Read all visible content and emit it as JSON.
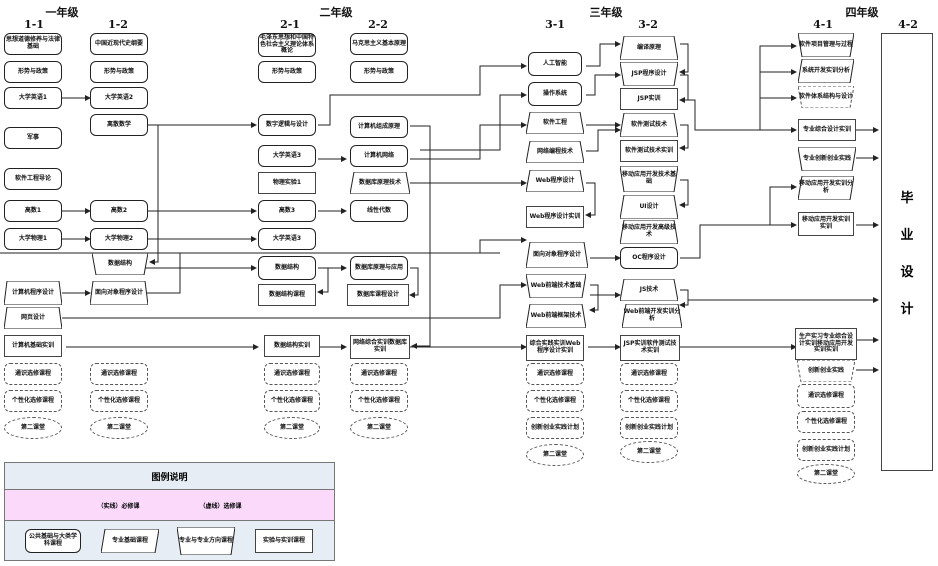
{
  "years": [
    {
      "label": "一年级",
      "semesters": [
        "1-1",
        "1-2"
      ]
    },
    {
      "label": "二年级",
      "semesters": [
        "2-1",
        "2-2"
      ]
    },
    {
      "label": "三年级",
      "semesters": [
        "3-1",
        "3-2"
      ]
    },
    {
      "label": "四年级",
      "semesters": [
        "4-1",
        "4-2"
      ]
    }
  ],
  "graduation": {
    "chars": [
      "毕",
      "业",
      "设",
      "计"
    ]
  },
  "nodes": {
    "n11a": "思想道德修养与法律基础",
    "n11b": "形势与政策",
    "n11c": "大学英语1",
    "n11d": "军事",
    "n11e": "软件工程导论",
    "n11f": "高数1",
    "n11g": "大学物理1",
    "n11h": "计算机程序设计",
    "n11i": "网页设计",
    "n11j": "计算机基础实训",
    "n11k": "通识选修课程",
    "n11l": "个性化选修课程",
    "n11m": "第二课堂",
    "n12a": "中国近现代史纲要",
    "n12b": "形势与政策",
    "n12c": "大学英语2",
    "n12d": "离散数学",
    "n12f": "高数2",
    "n12g": "大学物理2",
    "n12h": "数据结构",
    "n12i": "面向对象程序设计",
    "n12k": "通识选修课程",
    "n12l": "个性化选修课程",
    "n12m": "第二课堂",
    "n21a": "毛泽东思想和中国特色社会主义理论体系概论",
    "n21b": "形势与政策",
    "n21c": "数字逻辑与设计",
    "n21d": "大学英语3",
    "n21e": "物理实验1",
    "n21f": "高数3",
    "n21g": "大学英语3",
    "n21h": "数据结构",
    "n21i": "数据结构课程",
    "n21j": "数据结构实训",
    "n21k": "通识选修课程",
    "n21l": "个性化选修课程",
    "n21m": "第二课堂",
    "n22a": "马克思主义基本原理",
    "n22b": "形势与政策",
    "n22c": "计算机组成原理",
    "n22d": "计算机网络",
    "n22e": "数据库原理技术",
    "n22f": "线性代数",
    "n22h": "数据库原理与应用",
    "n22i": "数据库课程设计",
    "n22j": "网络综合实训数据库实训",
    "n22k": "通识选修课程",
    "n22l": "个性化选修课程",
    "n22m": "第二课堂",
    "n31a": "人工智能",
    "n31b": "操作系统",
    "n31c": "软件工程",
    "n31d": "网络编程技术",
    "n31e": "Web程序设计",
    "n31f": "Web程序设计实训",
    "n31g": "面向对象程序设计",
    "n31h": "Web前端技术基础",
    "n31i": "Web前端框架技术",
    "n31j": "综合实践实训Web程序设计实训",
    "n31k": "通识选修课程",
    "n31l": "个性化选修课程",
    "n31m": "创新创业实践计划",
    "n31n": "第二课堂",
    "n32a": "编译原理",
    "n32b": "JSP程序设计",
    "n32c": "JSP实训",
    "n32d": "软件测试技术",
    "n32e": "软件测试技术实训",
    "n32f": "移动应用开发技术基础",
    "n32g": "UI设计",
    "n32h": "移动应用开发高级技术",
    "n32i": "OC程序设计",
    "n32j": "JS技术",
    "n32k": "Web前端开发实训分析",
    "n32l": "JSP实训软件测试技术实训",
    "n32m": "通识选修课程",
    "n32n": "个性化选修课程",
    "n32o": "创新创业实践计划",
    "n32p": "第二课堂",
    "n41a": "软件项目管理与过程",
    "n41b": "系统开发实训分析",
    "n41c": "软件体系结构与设计",
    "n41d": "专业综合设计实训",
    "n41e": "专业创新创业实践",
    "n41f": "移动应用开发实训分析",
    "n41g": "移动应用开发实训实训",
    "n41h": "生产实习专业综合设计实训移动应用开发实训实训",
    "n41i": "创新创业实践",
    "n41j": "通识选修课程",
    "n41k": "个性化选修课程",
    "n41l": "创新创业实践计划",
    "n41m": "第二课堂"
  },
  "legend": {
    "title": "图例说明",
    "solid_line_label": "（实线）必修课",
    "dashed_line_label": "（虚线）选修课",
    "shapes": [
      "公共基础与大类学科课程",
      "专业基础课程",
      "专业与专业方向课程",
      "实验与实训课程"
    ]
  }
}
